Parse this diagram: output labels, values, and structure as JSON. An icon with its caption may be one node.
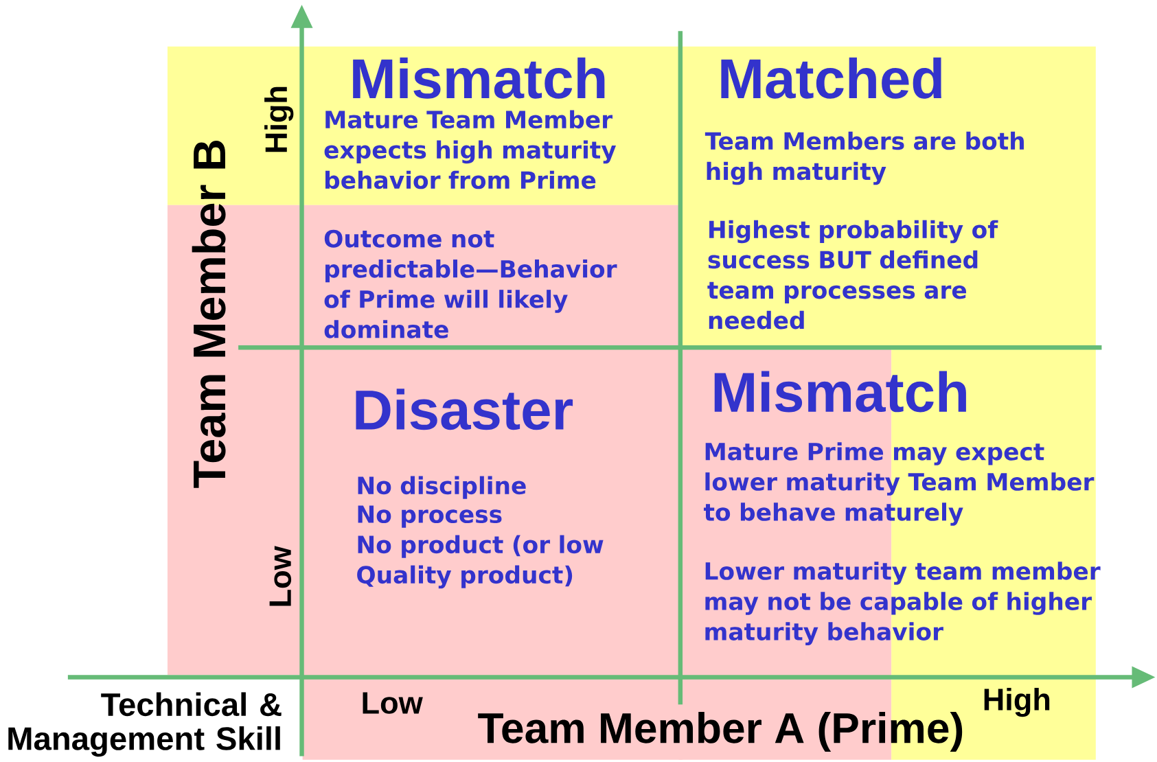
{
  "diagram": {
    "nodes": [
      {
        "text": [
          "Mismatch",
          "Mature Team Member expects high maturity behavior from Prime",
          "Outcome not predictable—Behavior of Prime will likely dominate"
        ]
      },
      {
        "text": [
          "Matched",
          "Team Members are both high maturity",
          "Highest probability of success BUT defined team processes are needed"
        ]
      },
      {
        "text": [
          "Disaster",
          "No discipline",
          "No process",
          "No product (or low Quality product)"
        ]
      },
      {
        "text": [
          "Mismatch",
          "Mature Prime may expect lower maturity Team Member to behave maturely",
          "Lower maturity team member may not be capable of higher maturity behavior"
        ]
      }
    ],
    "labels": [
      "Team Member B",
      "High",
      "Low",
      "Technical & Management Skill",
      "Low",
      "Team Member A (Prime)",
      "High"
    ]
  }
}
